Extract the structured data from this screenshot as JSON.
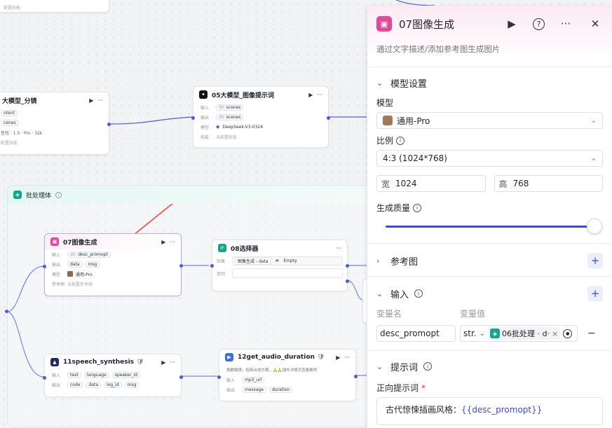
{
  "canvas": {
    "node_storyboard": {
      "title": "大模型_分镜",
      "row1": "ntent",
      "row2": "cenes",
      "row3": "豆包 · 1.5 · Pro · 32k",
      "row4": "配置技能"
    },
    "node_05": {
      "title": "05大模型_图像提示词",
      "input_label": "输入",
      "input_type": "Str",
      "input_var": "scenes",
      "output_label": "输出",
      "output_type": "Str",
      "output_var": "scenes",
      "model_label": "模型",
      "model_value": "DeepSeek-V3-0324",
      "skill_label": "技能",
      "skill_value": "未配置技能"
    },
    "top_node_text": "配置技能",
    "group": {
      "title": "批处理体"
    },
    "node_07": {
      "title": "07图像生成",
      "input_label": "输入",
      "input_type": "str.",
      "input_var": "desc_promopt",
      "output_label": "输出",
      "out1": "data",
      "out2": "msg",
      "model_label": "模型",
      "model_value": "通用-Pro",
      "ref_label": "参考图",
      "ref_value": "未配置参考图"
    },
    "node_08": {
      "title": "08选择器",
      "if_label": "如果",
      "cond_left": "图像生成 - data",
      "cond_op": "≠",
      "cond_right": "Empty",
      "else_label": "否则"
    },
    "node_11": {
      "title": "11speech_synthesis",
      "input_label": "输入",
      "in1": "text",
      "in2": "language",
      "in3": "speaker_id",
      "output_label": "输出",
      "out1": "code",
      "out2": "data",
      "out3": "log_id",
      "out4": "msg"
    },
    "node_12": {
      "title": "12get_audio_duration",
      "desc": "抱歉瞎猜，招商合成方案，🙏🙏插件详情页查看案例",
      "input_label": "输入",
      "in1": "mp3_url",
      "output_label": "输出",
      "out1": "message",
      "out2": "duration"
    }
  },
  "panel": {
    "title": "07图像生成",
    "description": "通过文字描述/添加参考图生成图片",
    "model_section": "模型设置",
    "model_label": "模型",
    "model_value": "通用-Pro",
    "ratio_label": "比例",
    "ratio_value": "4:3 (1024*768)",
    "width_prefix": "宽",
    "width_value": "1024",
    "height_prefix": "高",
    "height_value": "768",
    "quality_label": "生成质量",
    "quality_level": 1.0,
    "ref_section": "参考图",
    "input_section": "输入",
    "var_name_head": "变量名",
    "var_value_head": "变量值",
    "var_name": "desc_promopt",
    "var_type": "str.",
    "var_ref": "06批处理 · d·",
    "prompt_section": "提示词",
    "positive_label": "正向提示词",
    "prompt_prefix": "古代惊悚插画风格：",
    "prompt_template": "{{desc_promopt}}"
  },
  "colors": {
    "accent": "#3c4bd9",
    "image_node": "#e2489a",
    "batch": "#15a58a"
  }
}
